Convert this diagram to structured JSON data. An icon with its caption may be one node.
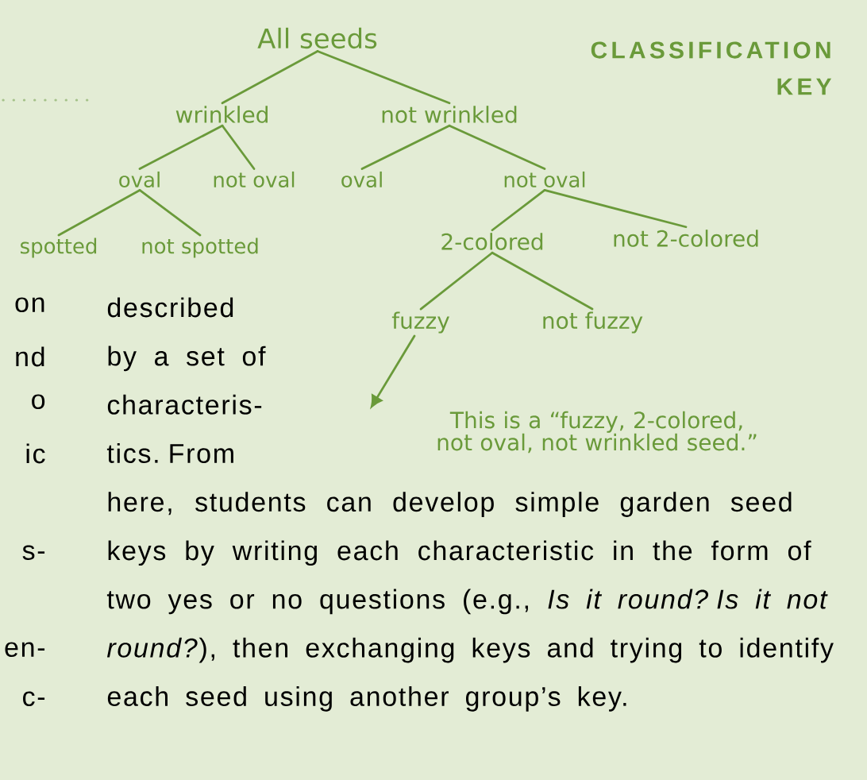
{
  "diagram": {
    "title": "CLASSIFICATION KEY",
    "nodes": [
      {
        "text": [
          "All seeds"
        ]
      },
      {
        "text": [
          "wrinkled"
        ]
      },
      {
        "text": [
          "not wrinkled"
        ]
      },
      {
        "text": [
          "oval"
        ]
      },
      {
        "text": [
          "not oval"
        ]
      },
      {
        "text": [
          "oval"
        ]
      },
      {
        "text": [
          "not oval"
        ]
      },
      {
        "text": [
          "spotted"
        ]
      },
      {
        "text": [
          "not spotted"
        ]
      },
      {
        "text": [
          "2-colored"
        ]
      },
      {
        "text": [
          "not 2-colored"
        ]
      },
      {
        "text": [
          "fuzzy"
        ]
      },
      {
        "text": [
          "not fuzzy"
        ]
      },
      {
        "text": [
          "This is a “fuzzy, 2-colored, not oval, not wrinkled seed.”"
        ]
      }
    ],
    "edges": [
      {
        "from": 0,
        "to": 1,
        "arrow": "none"
      },
      {
        "from": 0,
        "to": 2,
        "arrow": "none"
      },
      {
        "from": 1,
        "to": 3,
        "arrow": "none"
      },
      {
        "from": 1,
        "to": 4,
        "arrow": "none"
      },
      {
        "from": 2,
        "to": 5,
        "arrow": "none"
      },
      {
        "from": 2,
        "to": 6,
        "arrow": "none"
      },
      {
        "from": 3,
        "to": 7,
        "arrow": "none"
      },
      {
        "from": 3,
        "to": 8,
        "arrow": "none"
      },
      {
        "from": 6,
        "to": 9,
        "arrow": "none"
      },
      {
        "from": 6,
        "to": 10,
        "arrow": "none"
      },
      {
        "from": 9,
        "to": 11,
        "arrow": "none"
      },
      {
        "from": 9,
        "to": 12,
        "arrow": "none"
      },
      {
        "from": 11,
        "to": 13,
        "arrow": "to"
      }
    ],
    "labels": [
      "on",
      "nd",
      "o",
      "ic",
      "s-",
      "en-",
      "c-",
      "described by a set of characteris- tics. From here, students can develop simple garden seed keys by writing each characteristic in the form of two yes or no questions (e.g., *Is it round? Is it not round?*), then exchanging keys and trying to identify each seed using another group’s key."
    ]
  }
}
